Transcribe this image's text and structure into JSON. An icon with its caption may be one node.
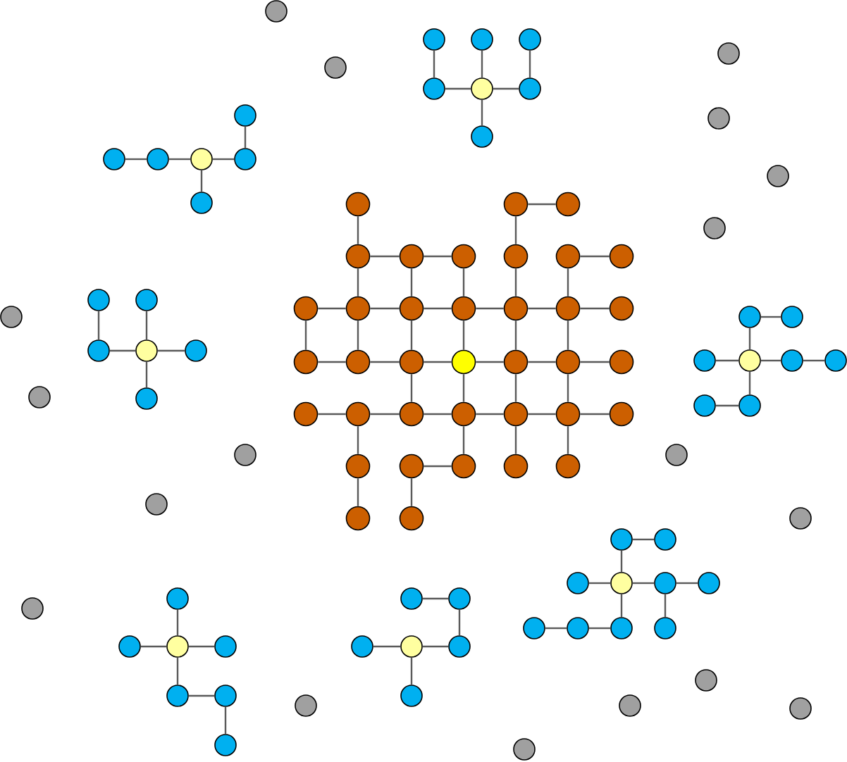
{
  "diagram": {
    "nodes": [
      {
        "text": [],
        "shape": "circle"
      },
      {
        "text": [],
        "shape": "circle"
      },
      {
        "text": [],
        "shape": "circle"
      },
      {
        "text": [],
        "shape": "circle"
      },
      {
        "text": [],
        "shape": "circle"
      },
      {
        "text": [],
        "shape": "circle"
      },
      {
        "text": [],
        "shape": "circle"
      },
      {
        "text": [],
        "shape": "circle"
      },
      {
        "text": [],
        "shape": "circle"
      },
      {
        "text": [],
        "shape": "circle"
      },
      {
        "text": [],
        "shape": "circle"
      },
      {
        "text": [],
        "shape": "circle"
      },
      {
        "text": [],
        "shape": "circle"
      },
      {
        "text": [],
        "shape": "circle"
      },
      {
        "text": [],
        "shape": "circle"
      },
      {
        "text": [],
        "shape": "circle"
      },
      {
        "text": [],
        "shape": "circle"
      },
      {
        "text": [],
        "shape": "circle"
      },
      {
        "text": [],
        "shape": "circle"
      },
      {
        "text": [],
        "shape": "circle"
      },
      {
        "text": [],
        "shape": "circle"
      },
      {
        "text": [],
        "shape": "circle"
      },
      {
        "text": [],
        "shape": "circle"
      },
      {
        "text": [],
        "shape": "circle"
      },
      {
        "text": [],
        "shape": "circle"
      },
      {
        "text": [],
        "shape": "circle"
      },
      {
        "text": [],
        "shape": "circle"
      },
      {
        "text": [],
        "shape": "circle"
      },
      {
        "text": [],
        "shape": "circle"
      },
      {
        "text": [],
        "shape": "circle"
      },
      {
        "text": [],
        "shape": "circle"
      },
      {
        "text": [],
        "shape": "circle"
      },
      {
        "text": [],
        "shape": "circle"
      },
      {
        "text": [],
        "shape": "circle"
      },
      {
        "text": [],
        "shape": "circle"
      },
      {
        "text": [],
        "shape": "circle"
      },
      {
        "text": [],
        "shape": "circle"
      },
      {
        "text": [],
        "shape": "circle"
      },
      {
        "text": [],
        "shape": "circle"
      },
      {
        "text": [],
        "shape": "circle"
      },
      {
        "text": [],
        "shape": "circle"
      },
      {
        "text": [],
        "shape": "circle"
      },
      {
        "text": [],
        "shape": "circle"
      },
      {
        "text": [],
        "shape": "circle"
      },
      {
        "text": [],
        "shape": "circle"
      },
      {
        "text": [],
        "shape": "circle"
      },
      {
        "text": [],
        "shape": "circle"
      },
      {
        "text": [],
        "shape": "circle"
      },
      {
        "text": [],
        "shape": "circle"
      },
      {
        "text": [],
        "shape": "circle"
      },
      {
        "text": [],
        "shape": "circle"
      },
      {
        "text": [],
        "shape": "circle"
      },
      {
        "text": [],
        "shape": "circle"
      },
      {
        "text": [],
        "shape": "circle"
      },
      {
        "text": [],
        "shape": "circle"
      },
      {
        "text": [],
        "shape": "circle"
      },
      {
        "text": [],
        "shape": "circle"
      },
      {
        "text": [],
        "shape": "circle"
      },
      {
        "text": [],
        "shape": "circle"
      },
      {
        "text": [],
        "shape": "circle"
      },
      {
        "text": [],
        "shape": "circle"
      },
      {
        "text": [],
        "shape": "circle"
      },
      {
        "text": [],
        "shape": "circle"
      },
      {
        "text": [],
        "shape": "circle"
      },
      {
        "text": [],
        "shape": "circle"
      },
      {
        "text": [],
        "shape": "circle"
      },
      {
        "text": [],
        "shape": "circle"
      },
      {
        "text": [],
        "shape": "circle"
      },
      {
        "text": [],
        "shape": "circle"
      },
      {
        "text": [],
        "shape": "circle"
      },
      {
        "text": [],
        "shape": "circle"
      },
      {
        "text": [],
        "shape": "circle"
      },
      {
        "text": [],
        "shape": "circle"
      },
      {
        "text": [],
        "shape": "circle"
      },
      {
        "text": [],
        "shape": "circle"
      },
      {
        "text": [],
        "shape": "circle"
      },
      {
        "text": [],
        "shape": "circle"
      },
      {
        "text": [],
        "shape": "circle"
      },
      {
        "text": [],
        "shape": "circle"
      },
      {
        "text": [],
        "shape": "circle"
      },
      {
        "text": [],
        "shape": "circle"
      },
      {
        "text": [],
        "shape": "circle"
      },
      {
        "text": [],
        "shape": "circle"
      },
      {
        "text": [],
        "shape": "circle"
      },
      {
        "text": [],
        "shape": "circle"
      },
      {
        "text": [],
        "shape": "circle"
      },
      {
        "text": [],
        "shape": "circle"
      },
      {
        "text": [],
        "shape": "circle"
      },
      {
        "text": [],
        "shape": "circle"
      },
      {
        "text": [],
        "shape": "circle"
      },
      {
        "text": [],
        "shape": "circle"
      },
      {
        "text": [],
        "shape": "circle"
      },
      {
        "text": [],
        "shape": "circle"
      },
      {
        "text": [],
        "shape": "circle"
      },
      {
        "text": [],
        "shape": "circle"
      },
      {
        "text": [],
        "shape": "circle"
      },
      {
        "text": [],
        "shape": "circle"
      },
      {
        "text": [],
        "shape": "circle"
      },
      {
        "text": [],
        "shape": "circle"
      },
      {
        "text": [],
        "shape": "circle"
      },
      {
        "text": [],
        "shape": "circle"
      },
      {
        "text": [],
        "shape": "circle"
      },
      {
        "text": [],
        "shape": "circle"
      },
      {
        "text": [],
        "shape": "circle"
      },
      {
        "text": [],
        "shape": "circle"
      }
    ],
    "edges": [
      {
        "from": 1,
        "to": 2,
        "arrow": "none"
      },
      {
        "from": 0,
        "to": 3,
        "arrow": "none"
      },
      {
        "from": 1,
        "to": 6,
        "arrow": "none"
      },
      {
        "from": 3,
        "to": 4,
        "arrow": "none"
      },
      {
        "from": 4,
        "to": 5,
        "arrow": "none"
      },
      {
        "from": 7,
        "to": 8,
        "arrow": "none"
      },
      {
        "from": 3,
        "to": 10,
        "arrow": "none"
      },
      {
        "from": 4,
        "to": 11,
        "arrow": "none"
      },
      {
        "from": 5,
        "to": 12,
        "arrow": "none"
      },
      {
        "from": 6,
        "to": 13,
        "arrow": "none"
      },
      {
        "from": 7,
        "to": 14,
        "arrow": "none"
      },
      {
        "from": 9,
        "to": 10,
        "arrow": "none"
      },
      {
        "from": 10,
        "to": 11,
        "arrow": "none"
      },
      {
        "from": 11,
        "to": 12,
        "arrow": "none"
      },
      {
        "from": 12,
        "to": 13,
        "arrow": "none"
      },
      {
        "from": 13,
        "to": 14,
        "arrow": "none"
      },
      {
        "from": 14,
        "to": 15,
        "arrow": "none"
      },
      {
        "from": 9,
        "to": 16,
        "arrow": "none"
      },
      {
        "from": 10,
        "to": 17,
        "arrow": "none"
      },
      {
        "from": 11,
        "to": 18,
        "arrow": "none"
      },
      {
        "from": 12,
        "to": 19,
        "arrow": "none"
      },
      {
        "from": 13,
        "to": 20,
        "arrow": "none"
      },
      {
        "from": 14,
        "to": 21,
        "arrow": "none"
      },
      {
        "from": 16,
        "to": 17,
        "arrow": "none"
      },
      {
        "from": 17,
        "to": 18,
        "arrow": "none"
      },
      {
        "from": 18,
        "to": 19,
        "arrow": "none"
      },
      {
        "from": 19,
        "to": 20,
        "arrow": "none"
      },
      {
        "from": 20,
        "to": 21,
        "arrow": "none"
      },
      {
        "from": 21,
        "to": 22,
        "arrow": "none"
      },
      {
        "from": 18,
        "to": 25,
        "arrow": "none"
      },
      {
        "from": 19,
        "to": 26,
        "arrow": "none"
      },
      {
        "from": 20,
        "to": 27,
        "arrow": "none"
      },
      {
        "from": 21,
        "to": 28,
        "arrow": "none"
      },
      {
        "from": 23,
        "to": 24,
        "arrow": "none"
      },
      {
        "from": 24,
        "to": 25,
        "arrow": "none"
      },
      {
        "from": 25,
        "to": 26,
        "arrow": "none"
      },
      {
        "from": 26,
        "to": 27,
        "arrow": "none"
      },
      {
        "from": 27,
        "to": 28,
        "arrow": "none"
      },
      {
        "from": 28,
        "to": 29,
        "arrow": "none"
      },
      {
        "from": 24,
        "to": 30,
        "arrow": "none"
      },
      {
        "from": 26,
        "to": 32,
        "arrow": "none"
      },
      {
        "from": 27,
        "to": 33,
        "arrow": "none"
      },
      {
        "from": 28,
        "to": 34,
        "arrow": "none"
      },
      {
        "from": 31,
        "to": 32,
        "arrow": "none"
      },
      {
        "from": 30,
        "to": 35,
        "arrow": "none"
      },
      {
        "from": 31,
        "to": 36,
        "arrow": "none"
      },
      {
        "from": 37,
        "to": 40,
        "arrow": "none"
      },
      {
        "from": 38,
        "to": 41,
        "arrow": "none"
      },
      {
        "from": 39,
        "to": 42,
        "arrow": "none"
      },
      {
        "from": 40,
        "to": 41,
        "arrow": "none"
      },
      {
        "from": 41,
        "to": 42,
        "arrow": "none"
      },
      {
        "from": 41,
        "to": 43,
        "arrow": "none"
      },
      {
        "from": 45,
        "to": 46,
        "arrow": "none"
      },
      {
        "from": 46,
        "to": 47,
        "arrow": "none"
      },
      {
        "from": 47,
        "to": 48,
        "arrow": "none"
      },
      {
        "from": 44,
        "to": 48,
        "arrow": "none"
      },
      {
        "from": 47,
        "to": 49,
        "arrow": "none"
      },
      {
        "from": 50,
        "to": 52,
        "arrow": "none"
      },
      {
        "from": 51,
        "to": 53,
        "arrow": "none"
      },
      {
        "from": 52,
        "to": 53,
        "arrow": "none"
      },
      {
        "from": 53,
        "to": 54,
        "arrow": "none"
      },
      {
        "from": 53,
        "to": 55,
        "arrow": "none"
      },
      {
        "from": 56,
        "to": 57,
        "arrow": "none"
      },
      {
        "from": 56,
        "to": 59,
        "arrow": "none"
      },
      {
        "from": 58,
        "to": 59,
        "arrow": "none"
      },
      {
        "from": 59,
        "to": 60,
        "arrow": "none"
      },
      {
        "from": 60,
        "to": 61,
        "arrow": "none"
      },
      {
        "from": 59,
        "to": 63,
        "arrow": "none"
      },
      {
        "from": 62,
        "to": 63,
        "arrow": "none"
      },
      {
        "from": 64,
        "to": 65,
        "arrow": "none"
      },
      {
        "from": 64,
        "to": 67,
        "arrow": "none"
      },
      {
        "from": 66,
        "to": 67,
        "arrow": "none"
      },
      {
        "from": 67,
        "to": 68,
        "arrow": "none"
      },
      {
        "from": 68,
        "to": 69,
        "arrow": "none"
      },
      {
        "from": 67,
        "to": 72,
        "arrow": "none"
      },
      {
        "from": 68,
        "to": 73,
        "arrow": "none"
      },
      {
        "from": 70,
        "to": 71,
        "arrow": "none"
      },
      {
        "from": 71,
        "to": 72,
        "arrow": "none"
      },
      {
        "from": 74,
        "to": 76,
        "arrow": "none"
      },
      {
        "from": 75,
        "to": 76,
        "arrow": "none"
      },
      {
        "from": 76,
        "to": 77,
        "arrow": "none"
      },
      {
        "from": 76,
        "to": 78,
        "arrow": "none"
      },
      {
        "from": 78,
        "to": 79,
        "arrow": "none"
      },
      {
        "from": 79,
        "to": 80,
        "arrow": "none"
      },
      {
        "from": 81,
        "to": 82,
        "arrow": "none"
      },
      {
        "from": 82,
        "to": 85,
        "arrow": "none"
      },
      {
        "from": 83,
        "to": 84,
        "arrow": "none"
      },
      {
        "from": 84,
        "to": 85,
        "arrow": "none"
      },
      {
        "from": 84,
        "to": 86,
        "arrow": "none"
      }
    ]
  }
}
